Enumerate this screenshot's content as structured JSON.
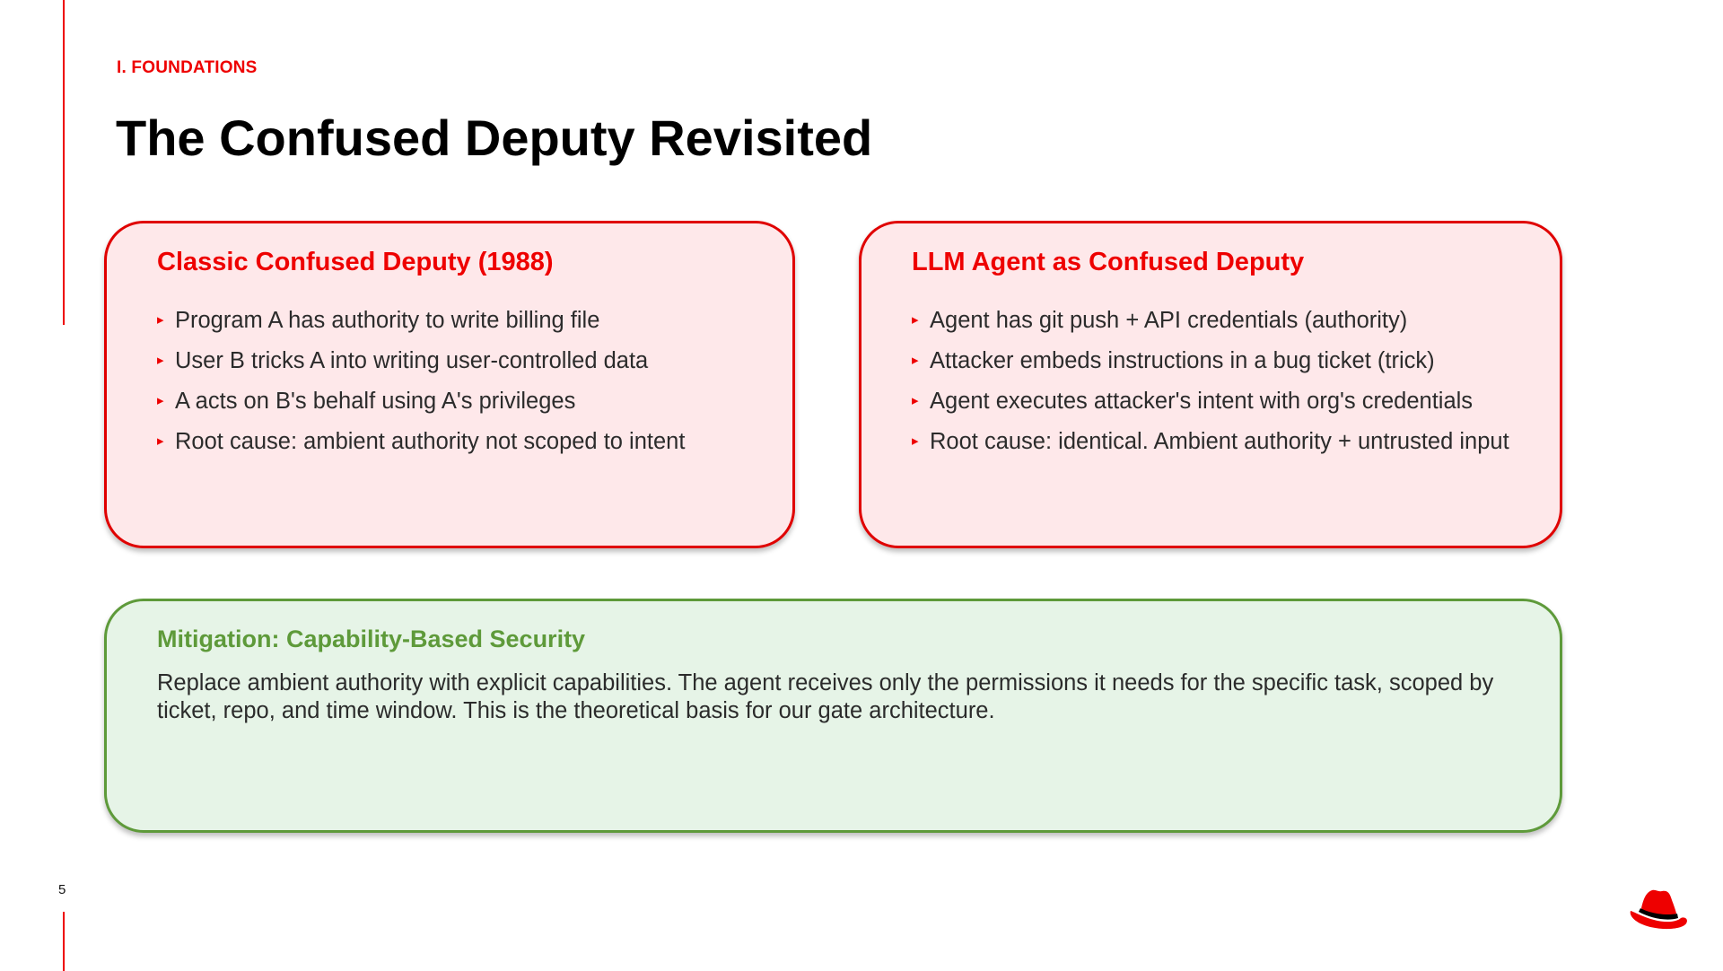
{
  "section_label": "I. FOUNDATIONS",
  "title": "The Confused Deputy Revisited",
  "page_number": "5",
  "bullet_glyph": "▸",
  "left_card": {
    "heading": "Classic Confused Deputy (1988)",
    "bullets": [
      "Program A has authority to write billing file",
      "User B tricks A into writing user-controlled data",
      "A acts on B's behalf using A's privileges",
      "Root cause: ambient authority not scoped to intent"
    ]
  },
  "right_card": {
    "heading": "LLM Agent as Confused Deputy",
    "bullets": [
      "Agent has git push + API credentials (authority)",
      "Attacker embeds instructions in a bug ticket (trick)",
      "Agent executes attacker's intent with org's credentials",
      "Root cause: identical. Ambient authority + untrusted input"
    ]
  },
  "bottom_card": {
    "heading": "Mitigation: Capability-Based Security",
    "body": "Replace ambient authority with explicit capabilities. The agent receives only the permissions it needs for the specific task, scoped by ticket, repo, and time window. This is the theoretical basis for our gate architecture."
  },
  "colors": {
    "accent_red": "#ee0000",
    "card_red_bg": "#fee8ea",
    "accent_green": "#5e9a3a",
    "card_green_bg": "#e6f4e7"
  },
  "logo_icon": "red-hat-logo"
}
